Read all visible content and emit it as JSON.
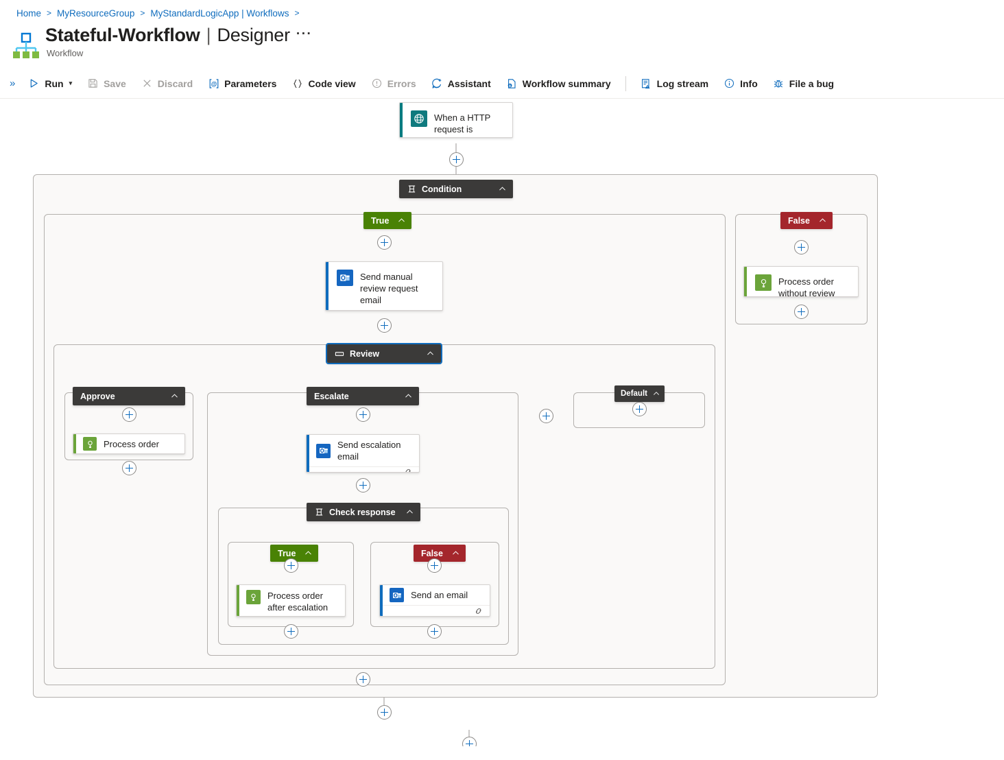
{
  "breadcrumb": {
    "items": [
      "Home",
      "MyResourceGroup",
      "MyStandardLogicApp | Workflows"
    ],
    "separator": ">"
  },
  "header": {
    "title_main": "Stateful-Workflow",
    "title_bar": "|",
    "title_sub": "Designer",
    "ellipsis": "···",
    "subtitle": "Workflow",
    "app_icon": "logic-app-icon"
  },
  "toolbar": {
    "expand_icon": "»",
    "items": [
      {
        "label": "Run",
        "icon": "play-icon",
        "disabled": false,
        "caret": true
      },
      {
        "label": "Save",
        "icon": "save-icon",
        "disabled": true,
        "caret": false
      },
      {
        "label": "Discard",
        "icon": "discard-icon",
        "disabled": true,
        "caret": false
      },
      {
        "label": "Parameters",
        "icon": "parameters-icon",
        "disabled": false,
        "caret": false
      },
      {
        "label": "Code view",
        "icon": "code-view-icon",
        "disabled": false,
        "caret": false
      },
      {
        "label": "Errors",
        "icon": "errors-icon",
        "disabled": true,
        "caret": false
      },
      {
        "label": "Assistant",
        "icon": "assistant-icon",
        "disabled": false,
        "caret": false
      },
      {
        "label": "Workflow summary",
        "icon": "workflow-summary-icon",
        "disabled": false,
        "caret": false
      }
    ],
    "items_right": [
      {
        "label": "Log stream",
        "icon": "log-stream-icon",
        "disabled": false,
        "caret": false
      },
      {
        "label": "Info",
        "icon": "info-icon",
        "disabled": false,
        "caret": false
      },
      {
        "label": "File a bug",
        "icon": "bug-icon",
        "disabled": false,
        "caret": false
      }
    ]
  },
  "colors": {
    "accent_blue": "#0f6cbd",
    "header_dark": "#3b3a39",
    "true_green": "#498205",
    "false_red": "#a4262c",
    "outlook_blue": "#0f6cbd",
    "control_green": "#6ba43a",
    "trigger_teal": "#007b80",
    "scope_fill": "#faf9f8",
    "scope_border": "#b3b0ad"
  },
  "designer": {
    "trigger": {
      "name": "When a HTTP request is received",
      "icon": "http-request-icon",
      "accent": "#007b80"
    },
    "condition": {
      "name": "Condition",
      "icon": "condition-icon",
      "chevron": "chevron-up-icon",
      "branches": {
        "true": {
          "label": "True",
          "color": "#498205"
        },
        "false": {
          "label": "False",
          "color": "#a4262c"
        }
      }
    },
    "actions": {
      "send_manual_review": {
        "name": "Send manual review request email",
        "icon": "outlook-icon",
        "accent": "#0f6cbd",
        "footer_icon": "connection-icon"
      },
      "process_without_review": {
        "name": "Process order without review",
        "icon": "compose-icon",
        "accent": "#6ba43a"
      },
      "process_order": {
        "name": "Process order",
        "icon": "compose-icon",
        "accent": "#6ba43a"
      },
      "send_escalation_email": {
        "name": "Send escalation email",
        "icon": "outlook-icon",
        "accent": "#0f6cbd",
        "footer_icon": "connection-icon"
      },
      "process_after_escalation": {
        "name": "Process order after escalation",
        "icon": "compose-icon",
        "accent": "#6ba43a"
      },
      "send_an_email": {
        "name": "Send an email",
        "icon": "outlook-icon",
        "accent": "#0f6cbd",
        "footer_icon": "connection-icon"
      }
    },
    "switch": {
      "name": "Review",
      "icon": "switch-icon",
      "selected": true,
      "cases": [
        {
          "label": "Approve"
        },
        {
          "label": "Escalate"
        },
        {
          "label": "Default"
        }
      ]
    },
    "nested_condition": {
      "name": "Check response",
      "icon": "condition-icon",
      "branches": {
        "true": {
          "label": "True",
          "color": "#498205"
        },
        "false": {
          "label": "False",
          "color": "#a4262c"
        }
      }
    },
    "add_button_label": "+"
  }
}
